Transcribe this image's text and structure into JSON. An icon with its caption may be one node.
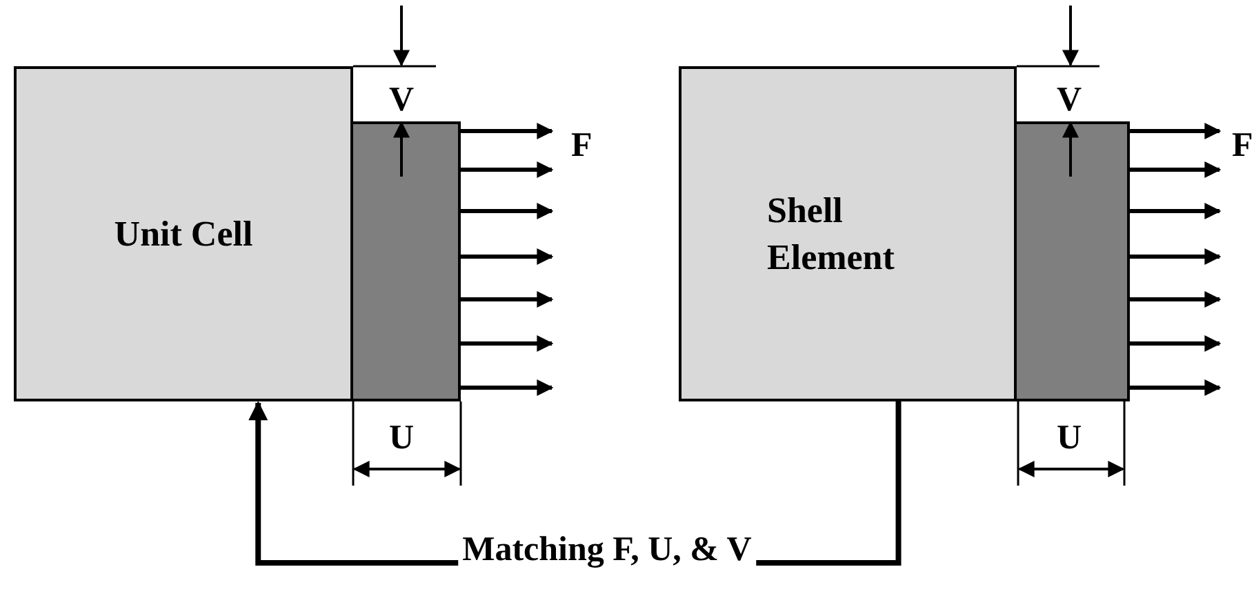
{
  "diagram": {
    "nodes": [
      {
        "text": [
          "Unit Cell"
        ]
      },
      {
        "text": [],
        "shape": "box"
      },
      {
        "text": [
          "Shell Element"
        ]
      },
      {
        "text": [],
        "shape": "box"
      }
    ],
    "edges": [
      {
        "from": 2,
        "to": 0,
        "arrow": "to",
        "label": "Matching F, U, & V"
      }
    ],
    "labels": [
      "V",
      "F",
      "U",
      "V",
      "F",
      "U"
    ]
  }
}
